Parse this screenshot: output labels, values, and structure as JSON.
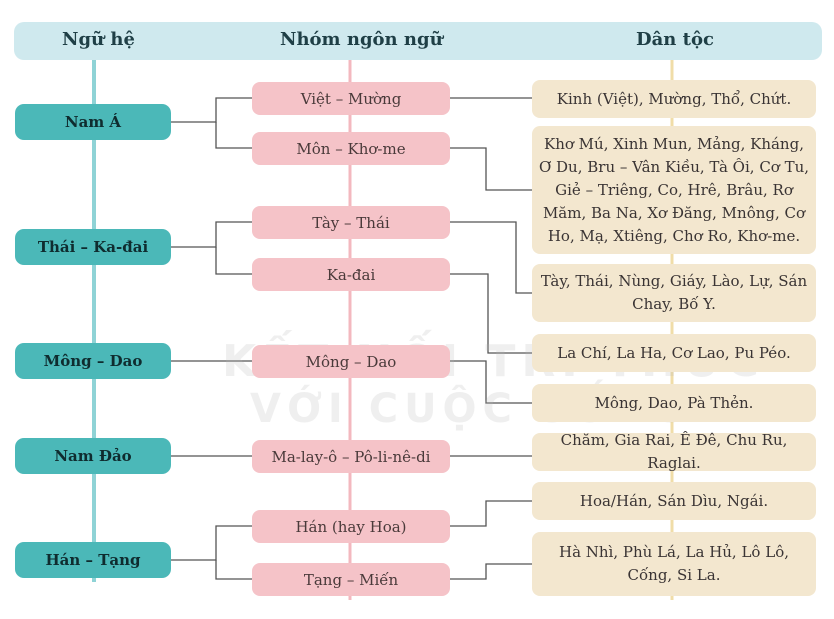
{
  "header": {
    "col1": "Ngữ hệ",
    "col2": "Nhóm ngôn ngữ",
    "col3": "Dân tộc"
  },
  "families": [
    "Nam Á",
    "Thái – Ka-đai",
    "Mông – Dao",
    "Nam Đảo",
    "Hán – Tạng"
  ],
  "groups": [
    "Việt – Mường",
    "Môn – Khơ-me",
    "Tày – Thái",
    "Ka-đai",
    "Mông – Dao",
    "Ma-lay-ô – Pô-li-nê-di",
    "Hán (hay Hoa)",
    "Tạng – Miến"
  ],
  "ethnicities": [
    "Kinh (Việt), Mường, Thổ, Chứt.",
    "Khơ Mú, Xinh Mun, Mảng, Kháng, Ơ Du, Bru – Vân Kiều, Tà Ôi, Cơ Tu, Giẻ – Triêng, Co, Hrê, Brâu, Rơ Măm, Ba Na, Xơ Đăng, Mnông, Cơ Ho, Mạ, Xtiêng, Chơ Ro, Khơ-me.",
    "Tày, Thái, Nùng, Giáy, Lào, Lự, Sán Chay, Bố Y.",
    "La Chí, La Ha, Cơ Lao, Pu Péo.",
    "Mông, Dao, Pà Thẻn.",
    "Chăm, Gia Rai, Ê Đê, Chu Ru, Raglai.",
    "Hoa/Hán, Sán Dìu, Ngái.",
    "Hà Nhì, Phù Lá, La Hủ, Lô Lô, Cống, Si La."
  ],
  "watermark": {
    "line1": "KẾT NỐI TRI THỨC",
    "line2": "VỚI CUỘC SỐNG"
  },
  "colors": {
    "header_bar": "#cfe9ee",
    "family_box": "#4bb8b8",
    "group_box": "#f5c3c8",
    "ethnicity_box": "#f3e7cf",
    "connector": "#555555",
    "axis_teal": "#8fd3d6",
    "axis_pink": "#f3b8bf",
    "axis_yellow": "#f0dda8"
  }
}
